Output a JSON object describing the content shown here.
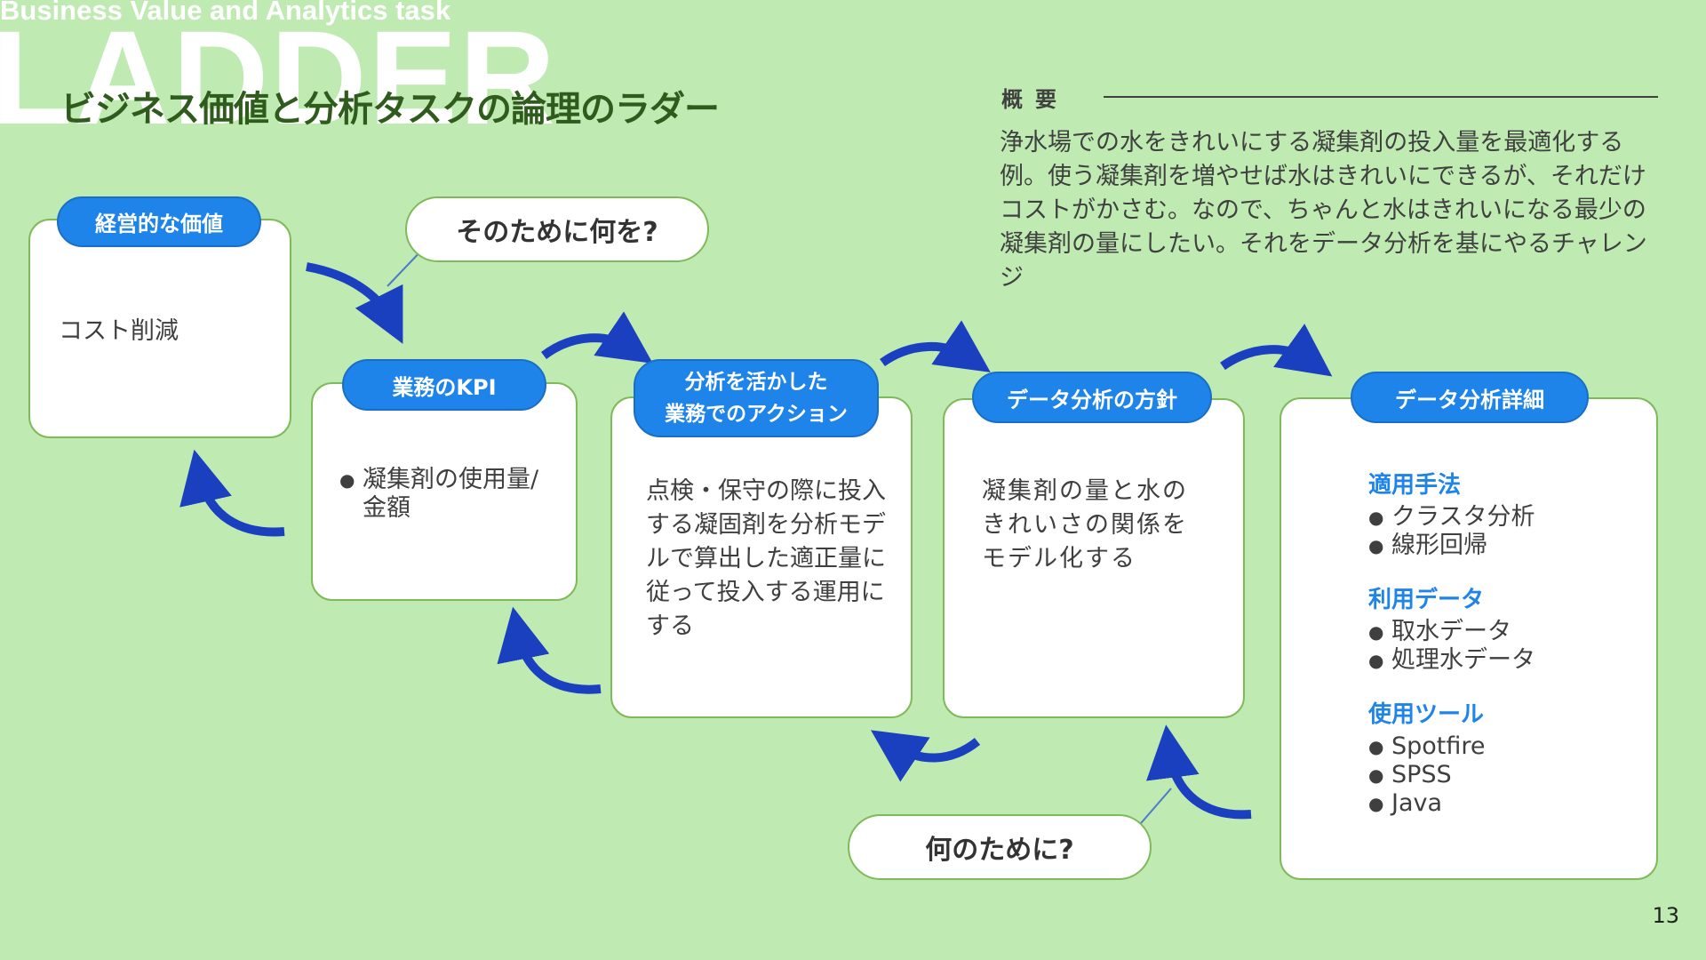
{
  "header": {
    "subtitle_en": "Business Value and Analytics task",
    "big_word": "LADDER",
    "title": "ビジネス価値と分析タスクの論理のラダー"
  },
  "overview": {
    "label": "概要",
    "text": "浄水場での水をきれいにする凝集剤の投入量を最適化する例。使う凝集剤を増やせば水はきれいにできるが、それだけコストがかさむ。なので、ちゃんと水はきれいになる最少の凝集剤の量にしたい。それをデータ分析を基にやるチャレンジ"
  },
  "bubbles": {
    "top": "そのために何を?",
    "bottom": "何のために?"
  },
  "cards": {
    "value": {
      "pill": "経営的な価値",
      "text": "コスト削減"
    },
    "kpi": {
      "pill": "業務のKPI",
      "bullets": [
        "凝集剤の使用量/金額"
      ]
    },
    "action": {
      "pill_line1": "分析を活かした",
      "pill_line2": "業務でのアクション",
      "text": "点検・保守の際に投入する凝固剤を分析モデルで算出した適正量に従って投入する運用にする"
    },
    "policy": {
      "pill": "データ分析の方針",
      "text": "凝集剤の量と水のきれいさの関係をモデル化する"
    },
    "detail": {
      "pill": "データ分析詳細",
      "sections": [
        {
          "heading": "適用手法",
          "items": [
            "クラスタ分析",
            "線形回帰"
          ]
        },
        {
          "heading": "利用データ",
          "items": [
            "取水データ",
            "処理水データ"
          ]
        },
        {
          "heading": "使用ツール",
          "items": [
            "Spotfire",
            "SPSS",
            "Java"
          ]
        }
      ]
    }
  },
  "colors": {
    "background": "#bfebb2",
    "accent_blue": "#1f84ea",
    "arrow_blue": "#1a3fbf",
    "card_border": "#7fba5a",
    "title_green": "#2f5b1d"
  },
  "page_number": "13"
}
